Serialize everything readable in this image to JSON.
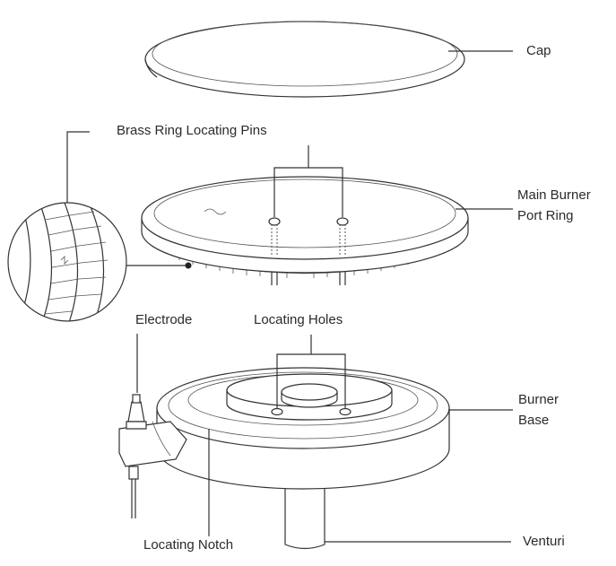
{
  "labels": {
    "cap": "Cap",
    "brass_ring_pins": "Brass Ring Locating Pins",
    "main_burner_1": "Main Burner",
    "main_burner_2": "Port Ring",
    "electrode": "Electrode",
    "locating_holes": "Locating Holes",
    "burner_base_1": "Burner",
    "burner_base_2": "Base",
    "locating_notch": "Locating Notch",
    "venturi": "Venturi"
  },
  "colors": {
    "line": "#333333",
    "text": "#2b2b2b",
    "background": "#ffffff"
  }
}
